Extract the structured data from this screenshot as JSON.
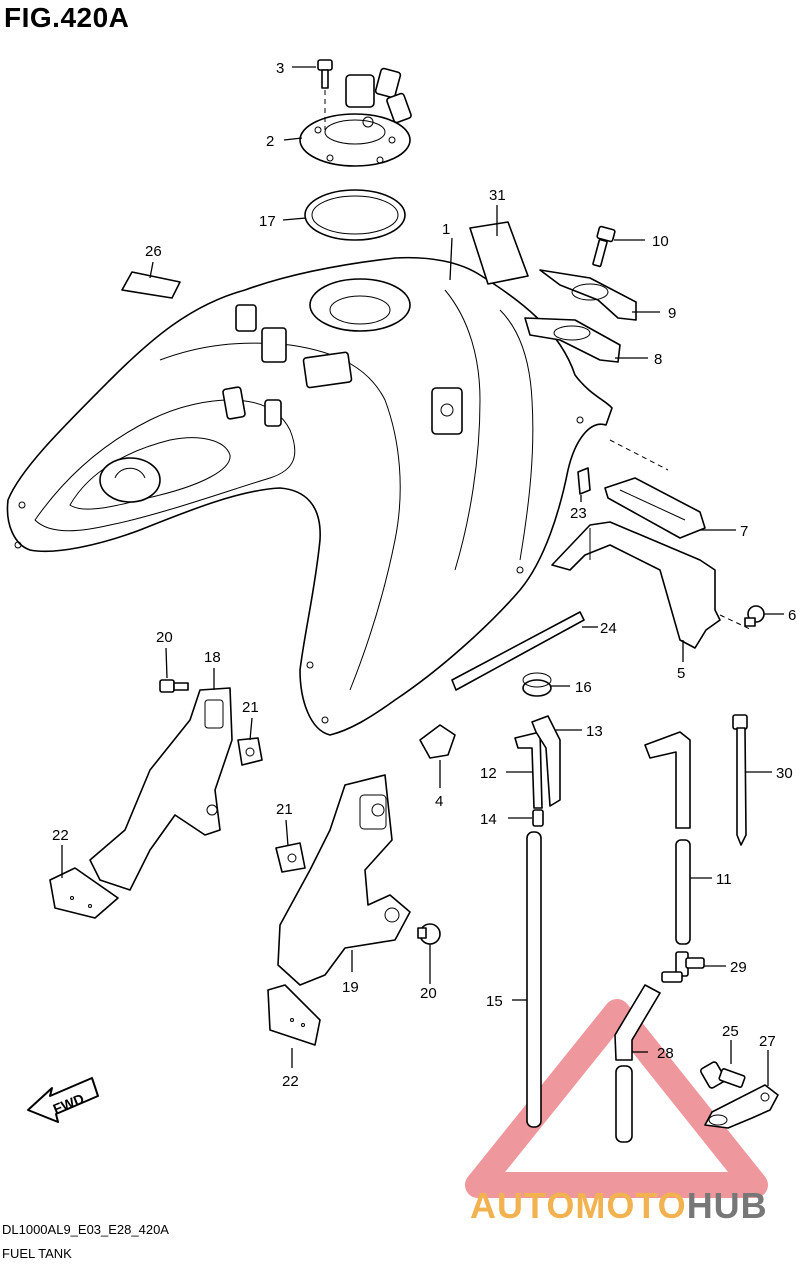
{
  "figure": {
    "title": "FIG.420A",
    "code": "DL1000AL9_E03_E28_420A",
    "part_name": "FUEL TANK",
    "fwd_label": "FWD"
  },
  "watermark": {
    "brand_part1": "AUTO",
    "brand_part2": "MOTO",
    "brand_part3": "HUB",
    "color_warm": "#f2b24f",
    "color_gray": "#777777",
    "triangle_color": "#e0424a"
  },
  "callouts": {
    "c1": "1",
    "c2": "2",
    "c3": "3",
    "c4": "4",
    "c5": "5",
    "c6": "6",
    "c7": "7",
    "c8": "8",
    "c9": "9",
    "c10": "10",
    "c11": "11",
    "c12": "12",
    "c13": "13",
    "c14": "14",
    "c15": "15",
    "c16": "16",
    "c17": "17",
    "c18": "18",
    "c19": "19",
    "c20a": "20",
    "c20b": "20",
    "c21a": "21",
    "c21b": "21",
    "c22a": "22",
    "c22b": "22",
    "c23": "23",
    "c24": "24",
    "c25": "25",
    "c26": "26",
    "c27": "27",
    "c28": "28",
    "c29": "29",
    "c30": "30",
    "c31": "31"
  }
}
